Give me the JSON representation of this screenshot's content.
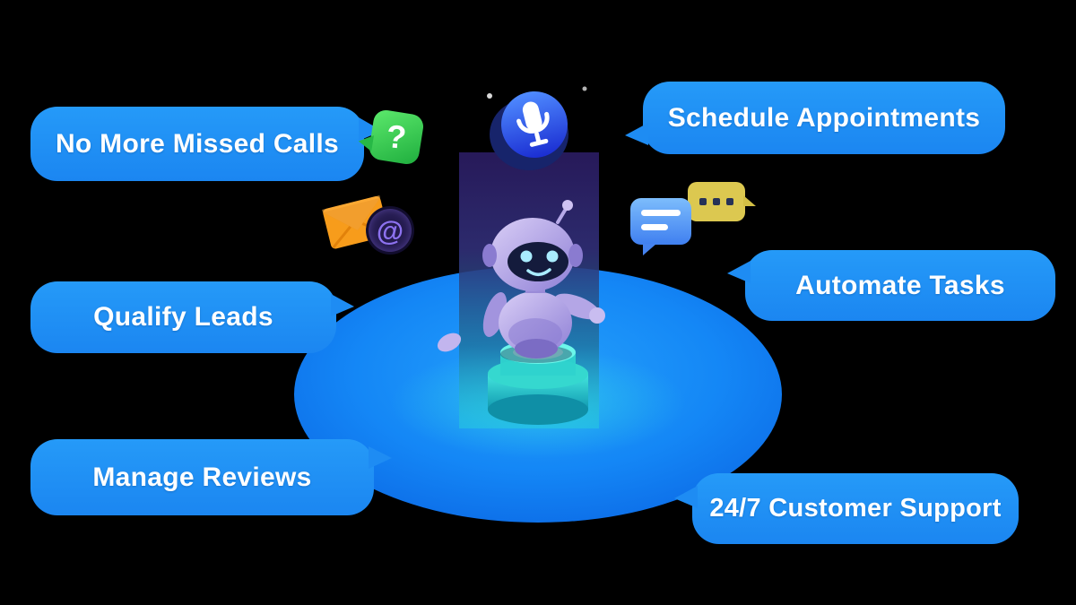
{
  "canvas": {
    "background_color": "#000000"
  },
  "bubbles": [
    {
      "label": "No More Missed Calls"
    },
    {
      "label": "Schedule Appointments"
    },
    {
      "label": "Qualify Leads"
    },
    {
      "label": "Automate Tasks"
    },
    {
      "label": "Manage Reviews"
    },
    {
      "label": "24/7 Customer Support"
    }
  ],
  "bubble_color": "#1e8cf3",
  "text_color": "#ffffff",
  "icons": {
    "question_chat": {
      "glyph": "?",
      "color": "#2fd052"
    },
    "email_envelope": {
      "color": "#f7941e"
    },
    "at_symbol": {
      "glyph": "@",
      "color": "#8d72f0"
    },
    "microphone": {
      "color": "#2b5cf0"
    },
    "chat_lines": {
      "color": "#4a90f4"
    },
    "chat_dots": {
      "color": "#dcc850"
    }
  },
  "illustration": {
    "subject": "isometric robot on glowing platform",
    "pool_color": "#1487f6",
    "glow_color": "#3cf0e1",
    "robot_color": "#b2a4e4"
  }
}
